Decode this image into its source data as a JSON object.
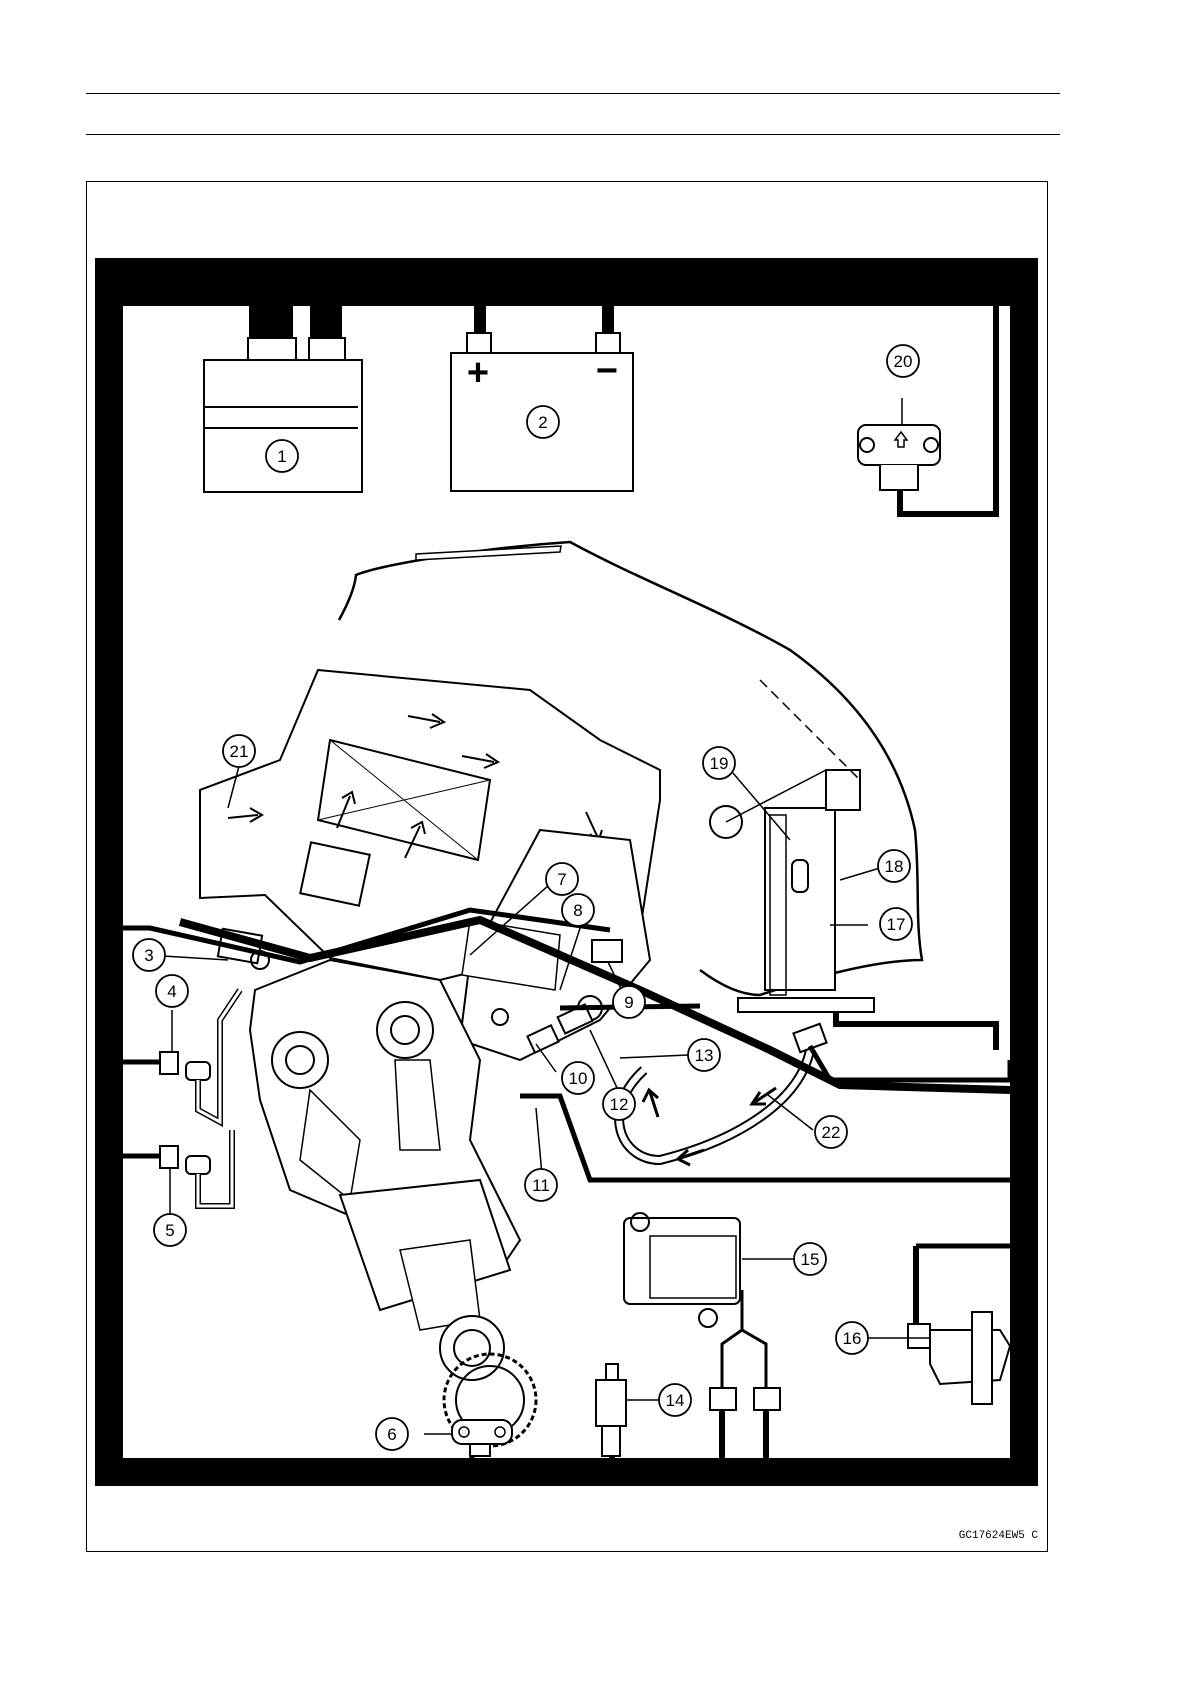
{
  "diagram": {
    "callouts": [
      {
        "id": "c1",
        "number": "1"
      },
      {
        "id": "c2",
        "number": "2"
      },
      {
        "id": "c3",
        "number": "3"
      },
      {
        "id": "c4",
        "number": "4"
      },
      {
        "id": "c5",
        "number": "5"
      },
      {
        "id": "c6",
        "number": "6"
      },
      {
        "id": "c7",
        "number": "7"
      },
      {
        "id": "c8",
        "number": "8"
      },
      {
        "id": "c9",
        "number": "9"
      },
      {
        "id": "c10",
        "number": "10"
      },
      {
        "id": "c11",
        "number": "11"
      },
      {
        "id": "c12",
        "number": "12"
      },
      {
        "id": "c13",
        "number": "13"
      },
      {
        "id": "c14",
        "number": "14"
      },
      {
        "id": "c15",
        "number": "15"
      },
      {
        "id": "c16",
        "number": "16"
      },
      {
        "id": "c17",
        "number": "17"
      },
      {
        "id": "c18",
        "number": "18"
      },
      {
        "id": "c19",
        "number": "19"
      },
      {
        "id": "c20",
        "number": "20"
      },
      {
        "id": "c21",
        "number": "21"
      },
      {
        "id": "c22",
        "number": "22"
      }
    ],
    "battery_terminals": {
      "positive": "+",
      "negative": "−"
    },
    "figure_code": "GC17624EW5 C"
  }
}
